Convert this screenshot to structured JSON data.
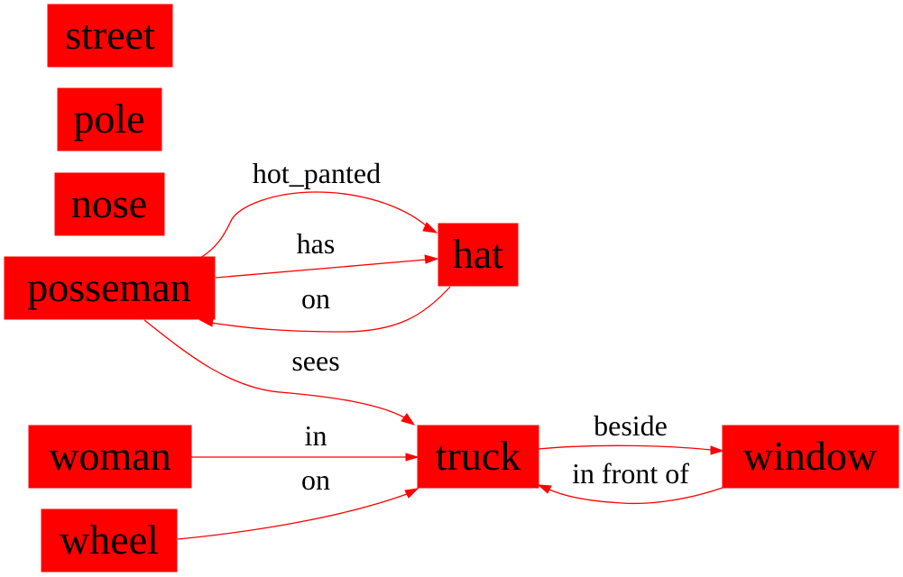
{
  "colors": {
    "node_fill": "#ff0000",
    "edge": "#ff0000",
    "text": "#000000",
    "background": "#ffffff"
  },
  "nodes": {
    "street": "street",
    "pole": "pole",
    "nose": "nose",
    "posseman": "posseman",
    "hat": "hat",
    "woman": "woman",
    "wheel": "wheel",
    "truck": "truck",
    "window": "window"
  },
  "edges": {
    "posseman_hat_hot_panted": "hot_panted",
    "posseman_hat_has": "has",
    "hat_posseman_on": "on",
    "posseman_truck_sees": "sees",
    "woman_truck_in": "in",
    "wheel_truck_on": "on",
    "truck_window_beside": "beside",
    "window_truck_in_front_of": "in front of"
  }
}
